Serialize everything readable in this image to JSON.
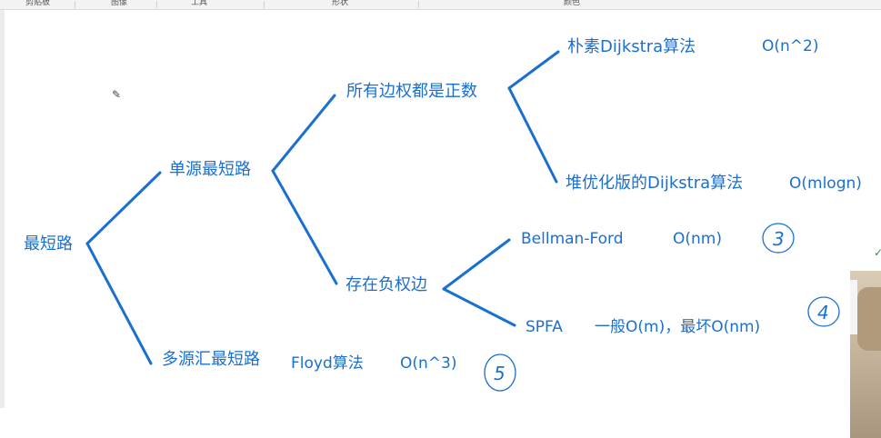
{
  "toolbar": {
    "tabs": [
      "剪贴板",
      "图像",
      "工具",
      "形状",
      "颜色"
    ]
  },
  "tree": {
    "root": "最短路",
    "single_source": "单源最短路",
    "all_positive": "所有边权都是正数",
    "naive_dijkstra": "朴素Dijkstra算法",
    "naive_dijkstra_complexity": "O(n^2)",
    "heap_dijkstra": "堆优化版的Dijkstra算法",
    "heap_dijkstra_complexity": "O(mlogn)",
    "negative_edges": "存在负权边",
    "bellman_ford": "Bellman-Ford",
    "bellman_ford_complexity": "O(nm)",
    "spfa": "SPFA",
    "spfa_complexity": "一般O(m)，最坏O(nm)",
    "multi_source": "多源汇最短路",
    "floyd": "Floyd算法",
    "floyd_complexity": "O(n^3)"
  },
  "handwritten_marks": [
    "3",
    "4",
    "5"
  ],
  "colors": {
    "ink": "#1a6fcf",
    "background": "#ffffff"
  },
  "icons": {
    "pencil_cursor": "pencil-icon"
  }
}
